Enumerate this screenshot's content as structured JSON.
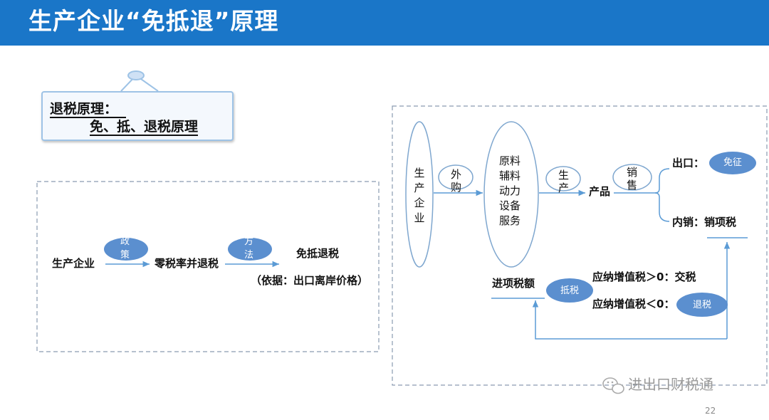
{
  "header": {
    "title": "生产企业“免抵退”原理"
  },
  "callout": {
    "line1": "退税原理：",
    "line2": "免、抵、退税原理"
  },
  "left_flow": {
    "source": "生产企业",
    "policy_badge": [
      "政",
      "策"
    ],
    "rate": "零税率并退税",
    "method_badge": [
      "方",
      "法"
    ],
    "result": "免抵退税",
    "basis": "（依据：出口离岸价格）"
  },
  "right_flow": {
    "producer": [
      "生",
      "产",
      "企",
      "业"
    ],
    "purchase_badge": [
      "外",
      "购"
    ],
    "inputs": [
      "原料",
      "辅料",
      "动力",
      "设备",
      "服务"
    ],
    "produce_badge": [
      "生",
      "产"
    ],
    "product": "产品",
    "sales_badge": [
      "销",
      "售"
    ],
    "export_label": "出口：",
    "export_badge": "免征",
    "domestic_label": "内销：销项税",
    "input_tax": "进项税额",
    "offset_badge": "抵税",
    "payable_positive": "应纳增值税＞0：交税",
    "payable_negative": "应纳增值税＜0：",
    "refund_badge": "退税"
  },
  "footer": {
    "page_number": "22",
    "watermark": "进出口财税通"
  },
  "colors": {
    "title_bar": "#1a76c8",
    "badge_fill": "#5b8fcf",
    "connector": "#5b9bd5",
    "outline": "#7fa7cf",
    "dashed_frame": "#8a9bb0"
  }
}
